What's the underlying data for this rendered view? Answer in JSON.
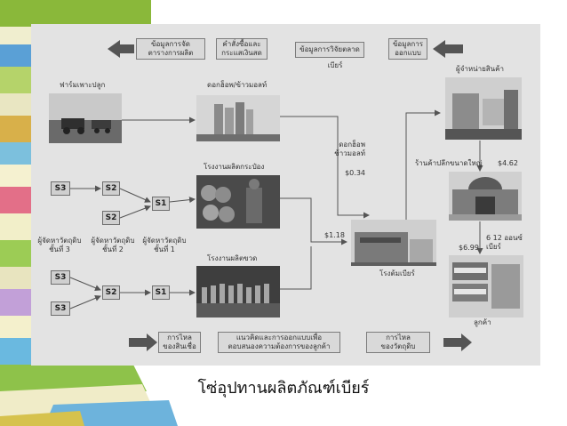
{
  "caption": "โซ่อุปทานผลิตภัณฑ์เบียร์",
  "top_info": {
    "production_schedule": "ข้อมูลการจัด\nตารางการผลิต",
    "orders_payments": "คำสั่งซื้อและ\nกระแสเงินสด",
    "market_research": "ข้อมูลการวิจัยตลาด",
    "design_info": "ข้อมูลการ\nออกแบบ",
    "beer": "เบียร์"
  },
  "nodes": {
    "farm": "ฟาร์มเพาะปลูก",
    "hops_malt": "ดอกฮ็อพ/ข้าวมอลท์",
    "can_factory": "โรงงานผลิตกระป๋อง",
    "bottle_factory": "โรงงานผลิตขวด",
    "brewery": "โรงต้มเบียร์",
    "distributor": "ผู้จำหน่ายสินค้า",
    "supermarket": "ร้านค้าปลีกขนาดใหญ่",
    "customer": "ลูกค้า",
    "hops_malt_link": "ดอกฮ็อพ\nข้าวมอลท์",
    "supplier_tier3": "ผู้จัดหาวัตถุดิบ\nชั้นที่ 3",
    "supplier_tier2": "ผู้จัดหาวัตถุดิบ\nชั้นที่ 2",
    "supplier_tier1": "ผู้จัดหาวัตถุดิบ\nชั้นที่ 1",
    "pack_size": "6 12 ออนซ์\nเบียร์"
  },
  "suppliers": {
    "s3a": "S3",
    "s2a": "S2",
    "s2b": "S2",
    "s1a": "S1",
    "s3b": "S3",
    "s3c": "S3",
    "s2c": "S2",
    "s1b": "S1"
  },
  "prices": {
    "hops": "$0.34",
    "containers": "$1.18",
    "retail": "$4.62",
    "consumer": "$6.99"
  },
  "bottom_info": {
    "cash_flow": "การไหล\nของสินเชื่อ",
    "design_concept": "แนวคิดและการออกแบบเพื่อ\nตอบสนองความต้องการของลูกค้า",
    "material_flow": "การไหล\nของวัตถุดิบ"
  },
  "colors": {
    "page": "#e3e3e3",
    "box": "#d9d9d9",
    "arrow": "#555555"
  }
}
